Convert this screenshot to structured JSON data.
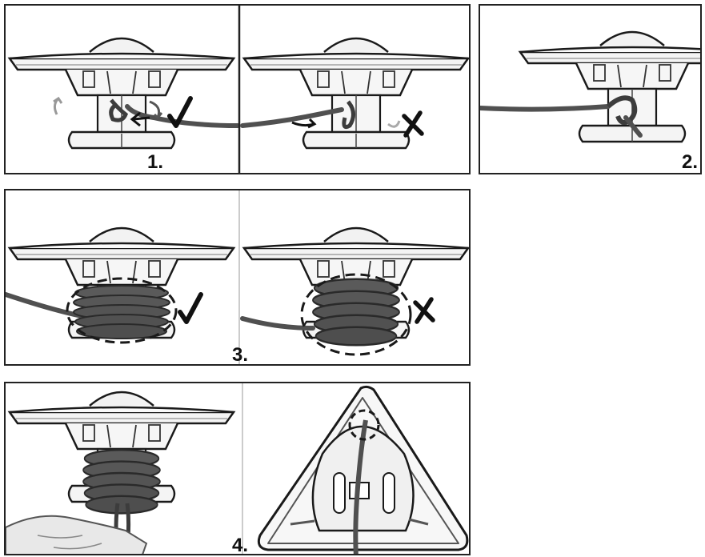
{
  "steps": [
    {
      "label": "1.",
      "marks": [
        "✓",
        "✗"
      ]
    },
    {
      "label": "2."
    },
    {
      "label": "3.",
      "marks": [
        "✓",
        "✗"
      ]
    },
    {
      "label": "4."
    }
  ],
  "colors": {
    "cord": "#505050",
    "outline": "#1a1a1a",
    "highlight": "#ececec"
  },
  "icons": [
    "check-mark-icon",
    "cross-mark-icon",
    "rotation-arrow-icon",
    "hand-icon",
    "dashed-circle-icon"
  ]
}
